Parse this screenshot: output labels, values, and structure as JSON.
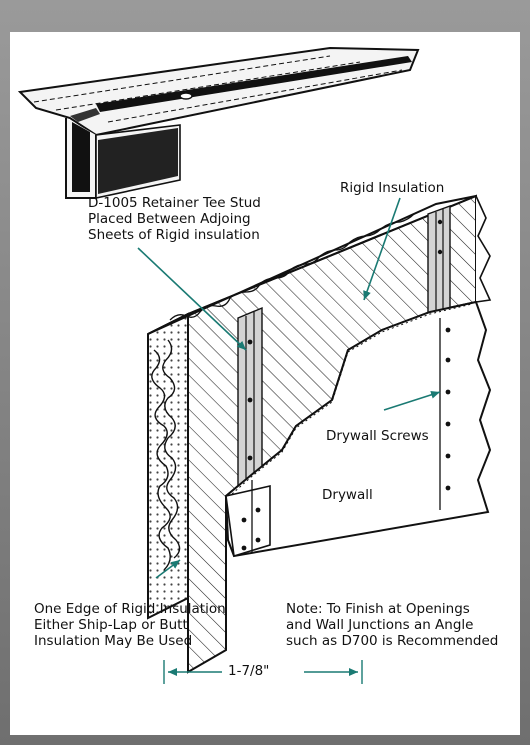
{
  "labels": {
    "tee_stud": "D-1005 Retainer Tee Stud\nPlaced Between Adjoing\nSheets of Rigid insulation",
    "rigid_insulation": "Rigid Insulation",
    "drywall_screws": "Drywall Screws",
    "drywall": "Drywall",
    "one_edge": "One Edge of Rigid Insulation\nEither Ship-Lap or Butt\nInsulation May Be Used",
    "note": "Note: To Finish at Openings\nand Wall Junctions an Angle\nsuch as D700 is Recommended"
  },
  "dimension": {
    "value": "1-7/8\""
  },
  "colors": {
    "accent": "#1a7a73",
    "background": "#7d7d7d",
    "panel": "#ffffff",
    "stud": "#d4d4d4"
  }
}
